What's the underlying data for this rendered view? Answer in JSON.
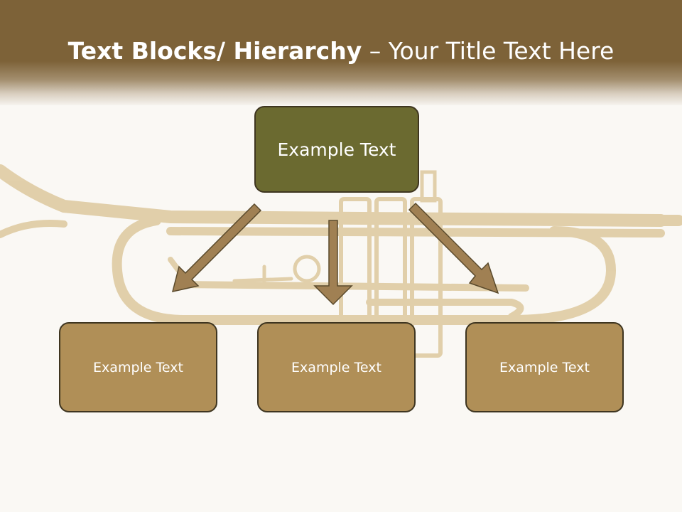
{
  "header": {
    "title_bold": "Text Blocks/ Hierarchy",
    "title_rest": " – Your Title Text Here"
  },
  "diagram": {
    "top_box": "Example Text",
    "children": [
      "Example Text",
      "Example Text",
      "Example Text"
    ]
  },
  "colors": {
    "header": "#7d6238",
    "top_box": "#6b6a30",
    "child_box": "#b08f57",
    "arrow": "#a08053",
    "border": "#3e3520"
  },
  "icons": {
    "background_image": "trumpet-icon"
  }
}
